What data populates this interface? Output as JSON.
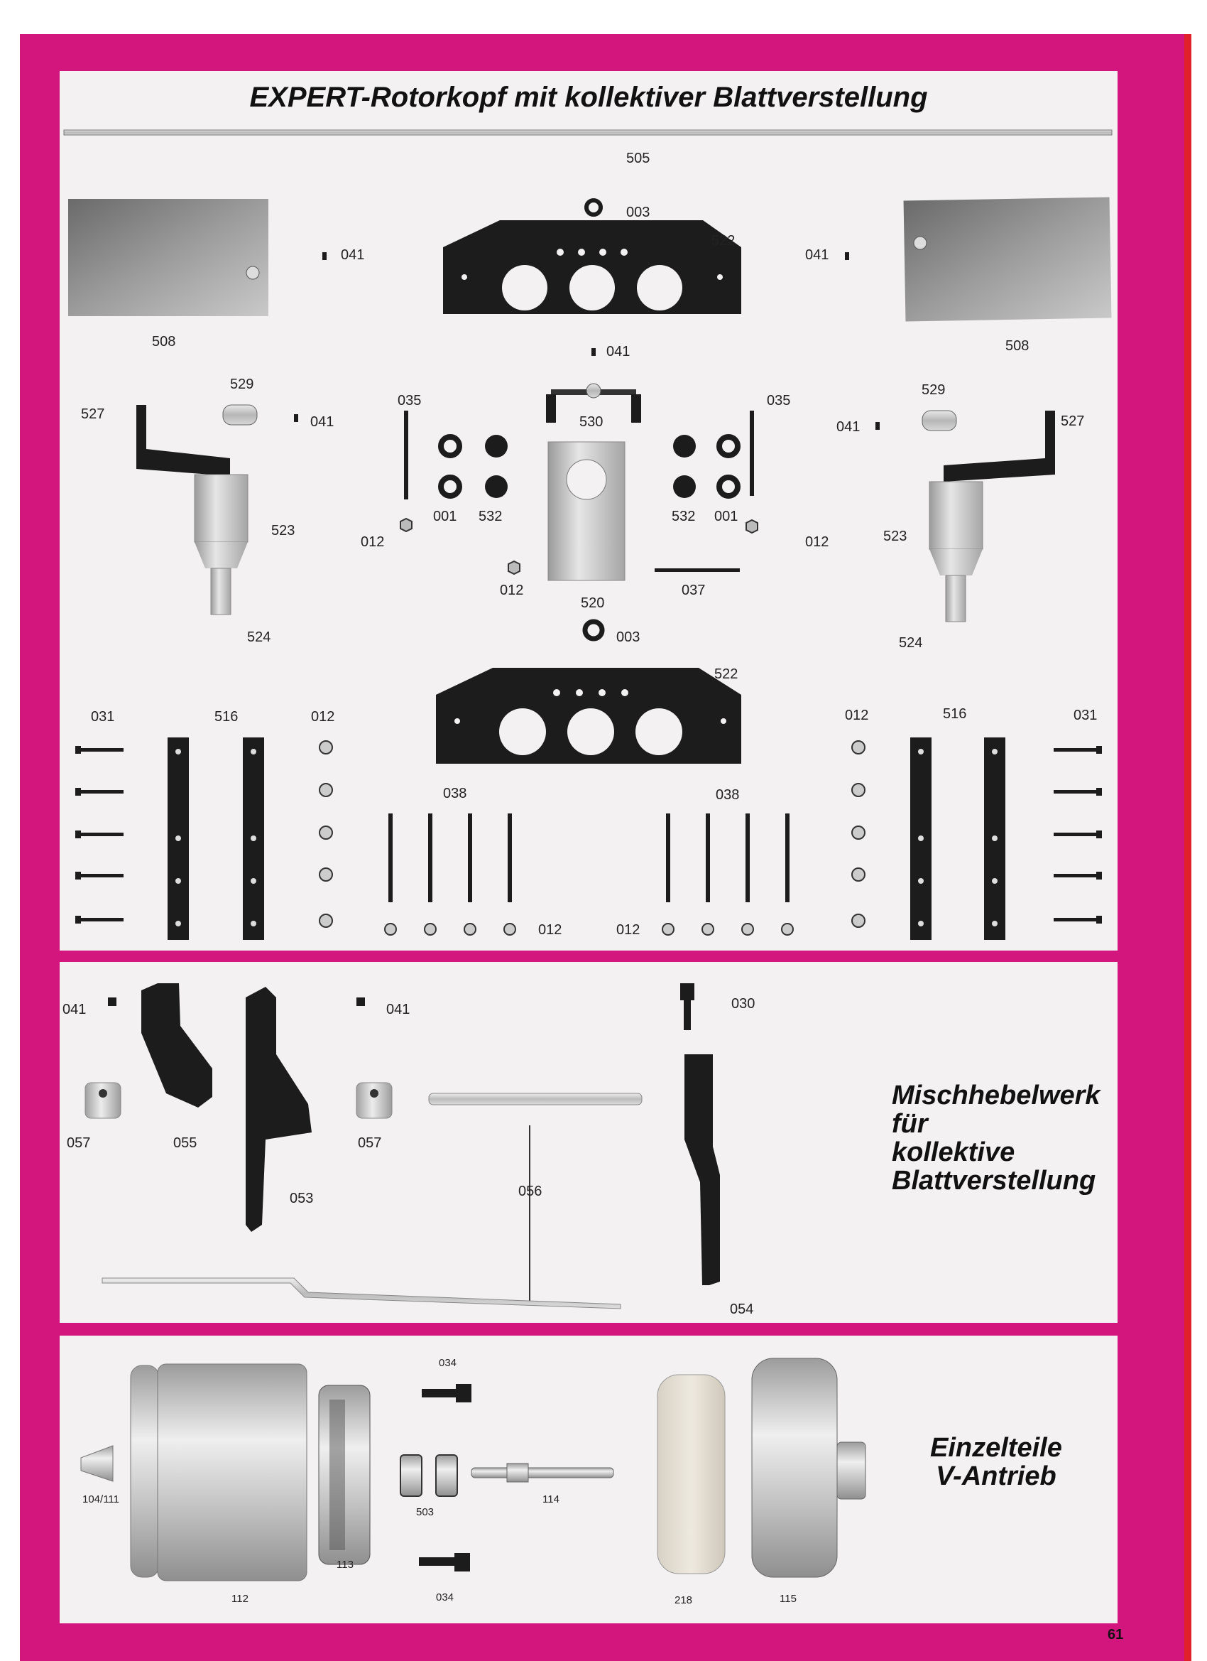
{
  "section1": {
    "title": "EXPERT-Rotorkopf mit kollektiver Blattverstellung",
    "labels": [
      "505",
      "003",
      "041",
      "522",
      "041",
      "508",
      "508",
      "041",
      "529",
      "529",
      "527",
      "527",
      "035",
      "530",
      "035",
      "041",
      "041",
      "001",
      "532",
      "532",
      "001",
      "523",
      "523",
      "012",
      "012",
      "012",
      "520",
      "037",
      "524",
      "524",
      "003",
      "522",
      "031",
      "516",
      "012",
      "012",
      "516",
      "031",
      "038",
      "038",
      "012",
      "012"
    ]
  },
  "section2": {
    "title_lines": [
      "Mischhebelwerk",
      "für",
      "kollektive",
      "Blattverstellung"
    ],
    "labels": [
      "041",
      "041",
      "030",
      "057",
      "055",
      "057",
      "053",
      "056",
      "054"
    ]
  },
  "section3": {
    "title_lines": [
      "Einzelteile",
      "V-Antrieb"
    ],
    "labels": [
      "034",
      "104/111",
      "503",
      "114",
      "113",
      "112",
      "034",
      "218",
      "115"
    ]
  },
  "page_number": "61",
  "colors": {
    "border": "#d2167e",
    "panel": "#f3f1f2",
    "part_dark": "#1c1c1c",
    "part_metal": "#bdbdbd"
  }
}
